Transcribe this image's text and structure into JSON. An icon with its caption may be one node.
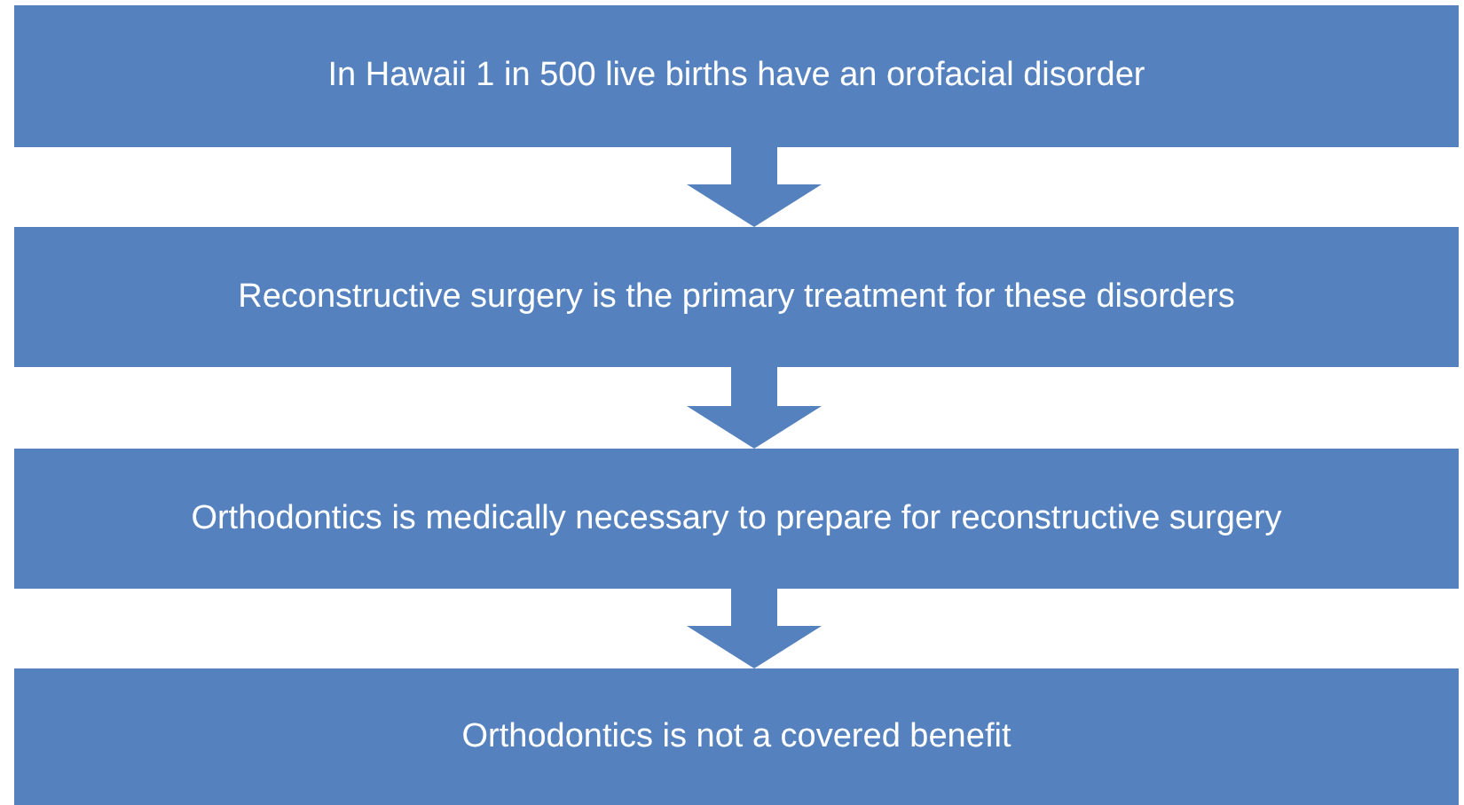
{
  "diagram": {
    "nodes": [
      {
        "text": [
          "In Hawaii 1 in 500 live births have an orofacial disorder"
        ]
      },
      {
        "text": [
          "Reconstructive surgery is the primary treatment for these disorders"
        ]
      },
      {
        "text": [
          "Orthodontics is medically necessary to prepare for reconstructive surgery"
        ]
      },
      {
        "text": [
          "Orthodontics is not a covered benefit"
        ]
      }
    ],
    "edges": [
      {
        "from": 0,
        "to": 1,
        "arrow": "to"
      },
      {
        "from": 1,
        "to": 2,
        "arrow": "to"
      },
      {
        "from": 2,
        "to": 3,
        "arrow": "to"
      }
    ]
  }
}
